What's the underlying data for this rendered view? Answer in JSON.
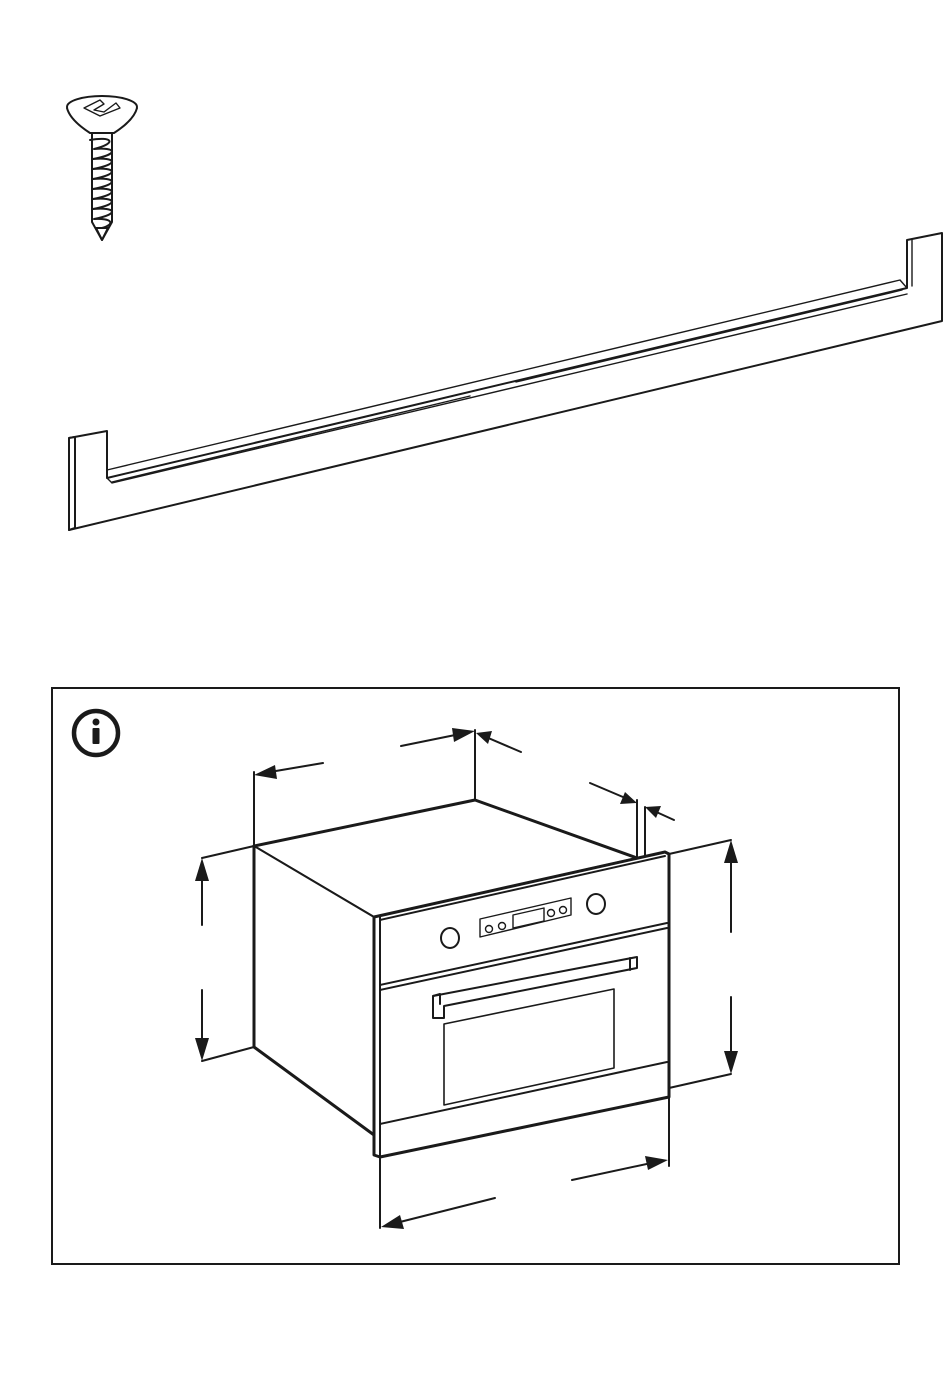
{
  "page": {
    "parts": [
      {
        "name": "countersunk-screw",
        "icon": "screw-icon"
      },
      {
        "name": "trim-rail",
        "icon": "rail-icon"
      }
    ],
    "info_panel": {
      "icon": "info-icon",
      "illustration": "built-in-oven-dimension-diagram"
    },
    "colors": {
      "ink": "#1a1a1a",
      "paper": "#ffffff"
    }
  }
}
